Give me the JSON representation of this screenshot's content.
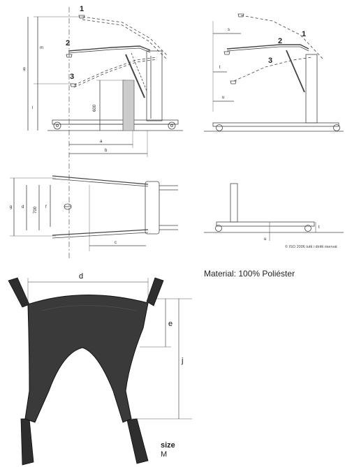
{
  "side_view_main": {
    "positions": [
      "1",
      "2",
      "3"
    ],
    "dims": {
      "m": "m",
      "g": "g",
      "l": "l",
      "a": "a",
      "b": "b",
      "height_600": "600"
    }
  },
  "side_view_small": {
    "positions": [
      "1",
      "2",
      "3"
    ],
    "dims": {
      "s": "s",
      "t": "t",
      "u": "u"
    }
  },
  "top_view": {
    "dims": {
      "g": "g",
      "d": "d",
      "f": "f",
      "width_700": "700",
      "c": "c"
    }
  },
  "front_view": {
    "dims": {
      "t": "t",
      "u": "u"
    },
    "copyright": "© ISO 2006 tutti i diritti riservat"
  },
  "sling": {
    "dims": {
      "d": "d",
      "e": "e",
      "j": "j"
    },
    "material": "Material: 100% Poliéster",
    "size_label": "size",
    "size_value": "M",
    "colors": {
      "fabric": "#3a3a3a",
      "strap": "#2e2e2e"
    }
  }
}
